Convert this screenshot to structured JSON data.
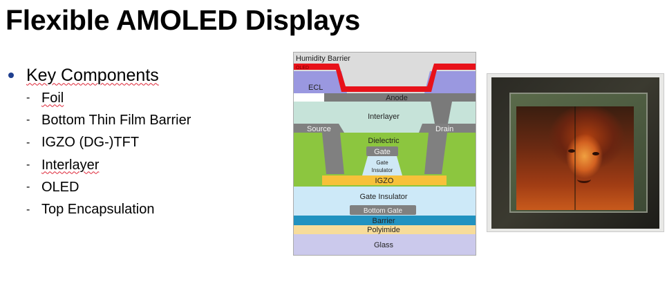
{
  "title": "Flexible AMOLED Displays",
  "bullet": {
    "label": "Key Components",
    "items": [
      "Foil",
      "Bottom Thin Film Barrier",
      "IGZO (DG-)TFT",
      "Interlayer",
      "OLED",
      "Top Encapsulation"
    ]
  },
  "diagram": {
    "labels": {
      "humidity_barrier": "Humidity Barrier",
      "oled": "OLED",
      "ecl": "ECL",
      "anode": "Anode",
      "interlayer": "Interlayer",
      "source": "Source",
      "drain": "Drain",
      "dielectric": "Dielectric",
      "gate": "Gate",
      "gate_insulator_small_1": "Gate",
      "gate_insulator_small_2": "Insulator",
      "igzo": "IGZO",
      "gate_insulator": "Gate Insulator",
      "bottom_gate": "Bottom Gate",
      "barrier": "Barrier",
      "polyimide": "Polyimide",
      "glass": "Glass"
    },
    "colors": {
      "humidity_barrier": "#dcdcdc",
      "oled": "#e8121a",
      "ecl": "#9a98e0",
      "anode": "#7a7a7a",
      "interlayer": "#c6e3d9",
      "dielectric": "#8cc63f",
      "gate_metal": "#808080",
      "gate_insulator_small": "#cfe8f5",
      "igzo": "#f7c13a",
      "gate_insulator": "#cde9f8",
      "barrier": "#2192c0",
      "polyimide": "#f7dc9a",
      "glass": "#cbc9ec"
    }
  }
}
